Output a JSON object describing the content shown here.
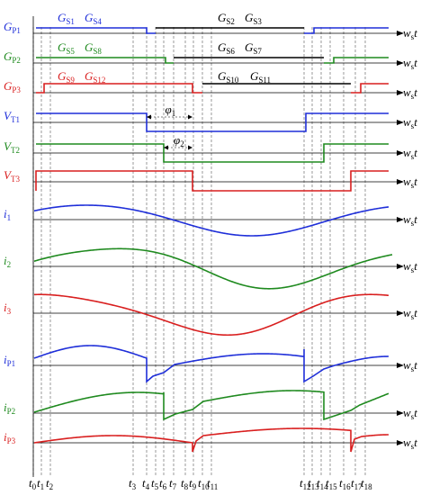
{
  "colors": {
    "phase1": "#1f2fd9",
    "phase2": "#1f8a1f",
    "phase3": "#d91f1f",
    "neutral": "#000000"
  },
  "axis_label": {
    "main": "w",
    "sub": "s",
    "tail": "t"
  },
  "rows": [
    {
      "key": "GP1",
      "main": "G",
      "sub": "P1",
      "color": "phase1"
    },
    {
      "key": "GP2",
      "main": "G",
      "sub": "P2",
      "color": "phase2"
    },
    {
      "key": "GP3",
      "main": "G",
      "sub": "P3",
      "color": "phase3"
    },
    {
      "key": "VT1",
      "main": "V",
      "sub": "T1",
      "color": "phase1"
    },
    {
      "key": "VT2",
      "main": "V",
      "sub": "T2",
      "color": "phase2"
    },
    {
      "key": "VT3",
      "main": "V",
      "sub": "T3",
      "color": "phase3"
    },
    {
      "key": "i1",
      "main": "i",
      "sub": "1",
      "color": "phase1"
    },
    {
      "key": "i2",
      "main": "i",
      "sub": "2",
      "color": "phase2"
    },
    {
      "key": "i3",
      "main": "i",
      "sub": "3",
      "color": "phase3"
    },
    {
      "key": "iP1",
      "main": "i",
      "sub": "P1",
      "color": "phase1"
    },
    {
      "key": "iP2",
      "main": "i",
      "sub": "P2",
      "color": "phase2"
    },
    {
      "key": "iP3",
      "main": "i",
      "sub": "P3",
      "color": "phase3"
    }
  ],
  "gate_labels": [
    {
      "row": "GP1",
      "items": [
        [
          "G",
          "S1"
        ],
        [
          "G",
          "S4"
        ]
      ],
      "color": "phase1"
    },
    {
      "row": "GP1",
      "items": [
        [
          "G",
          "S2"
        ],
        [
          "G",
          "S3"
        ]
      ],
      "color": "neutral"
    },
    {
      "row": "GP2",
      "items": [
        [
          "G",
          "S5"
        ],
        [
          "G",
          "S8"
        ]
      ],
      "color": "phase2"
    },
    {
      "row": "GP2",
      "items": [
        [
          "G",
          "S6"
        ],
        [
          "G",
          "S7"
        ]
      ],
      "color": "neutral"
    },
    {
      "row": "GP3",
      "items": [
        [
          "G",
          "S9"
        ],
        [
          "G",
          "S12"
        ]
      ],
      "color": "phase3"
    },
    {
      "row": "GP3",
      "items": [
        [
          "G",
          "S10"
        ],
        [
          "G",
          "S11"
        ]
      ],
      "color": "neutral"
    }
  ],
  "phase_shift_labels": [
    {
      "main": "φ",
      "sub": "1"
    },
    {
      "main": "φ",
      "sub": "2"
    }
  ],
  "time_labels": [
    {
      "main": "t",
      "sub": "0"
    },
    {
      "main": "t",
      "sub": "1"
    },
    {
      "main": "t",
      "sub": "2"
    },
    {
      "main": "t",
      "sub": "3"
    },
    {
      "main": "t",
      "sub": "4"
    },
    {
      "main": "t",
      "sub": "5"
    },
    {
      "main": "t",
      "sub": "6"
    },
    {
      "main": "t",
      "sub": "7"
    },
    {
      "main": "t",
      "sub": "8"
    },
    {
      "main": "t",
      "sub": "9"
    },
    {
      "main": "t",
      "sub": "10"
    },
    {
      "main": "t",
      "sub": "11"
    },
    {
      "main": "t",
      "sub": "12"
    },
    {
      "main": "t",
      "sub": "13"
    },
    {
      "main": "t",
      "sub": "14"
    },
    {
      "main": "t",
      "sub": "15"
    },
    {
      "main": "t",
      "sub": "16"
    },
    {
      "main": "t",
      "sub": "17"
    },
    {
      "main": "t",
      "sub": "18"
    }
  ]
}
